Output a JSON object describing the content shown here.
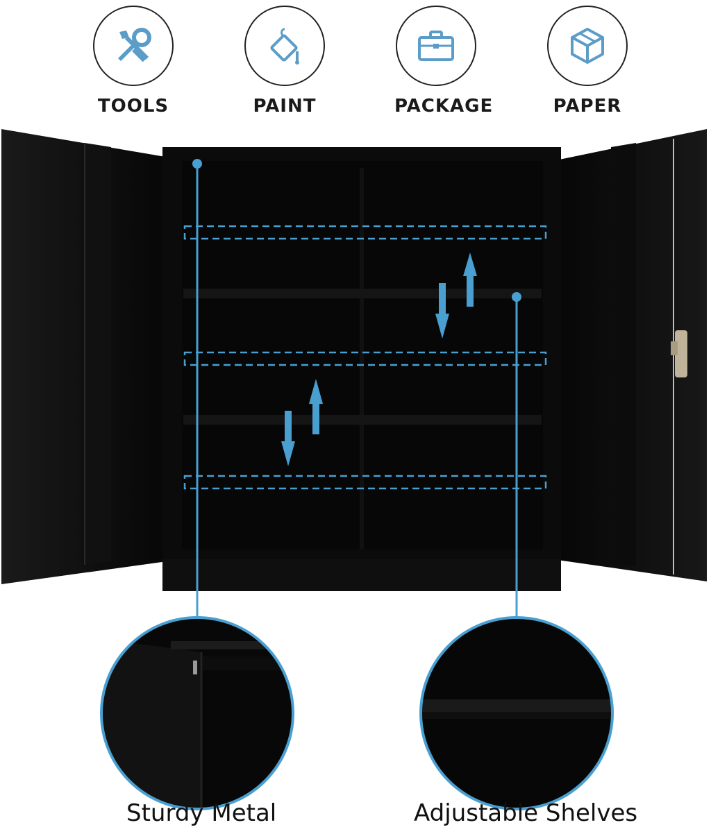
{
  "features": [
    {
      "label": "TOOLS",
      "icon": "tools-icon"
    },
    {
      "label": "PAINT",
      "icon": "paint-bucket-icon"
    },
    {
      "label": "PACKAGE",
      "icon": "briefcase-icon"
    },
    {
      "label": "PAPER",
      "icon": "box-icon"
    }
  ],
  "captions": {
    "left": "Sturdy Metal",
    "right": "Adjustable Shelves"
  },
  "colors": {
    "accent": "#4a9fd1",
    "cabinet": "#0d0d0d",
    "icon_fill": "#5b9cc9"
  }
}
